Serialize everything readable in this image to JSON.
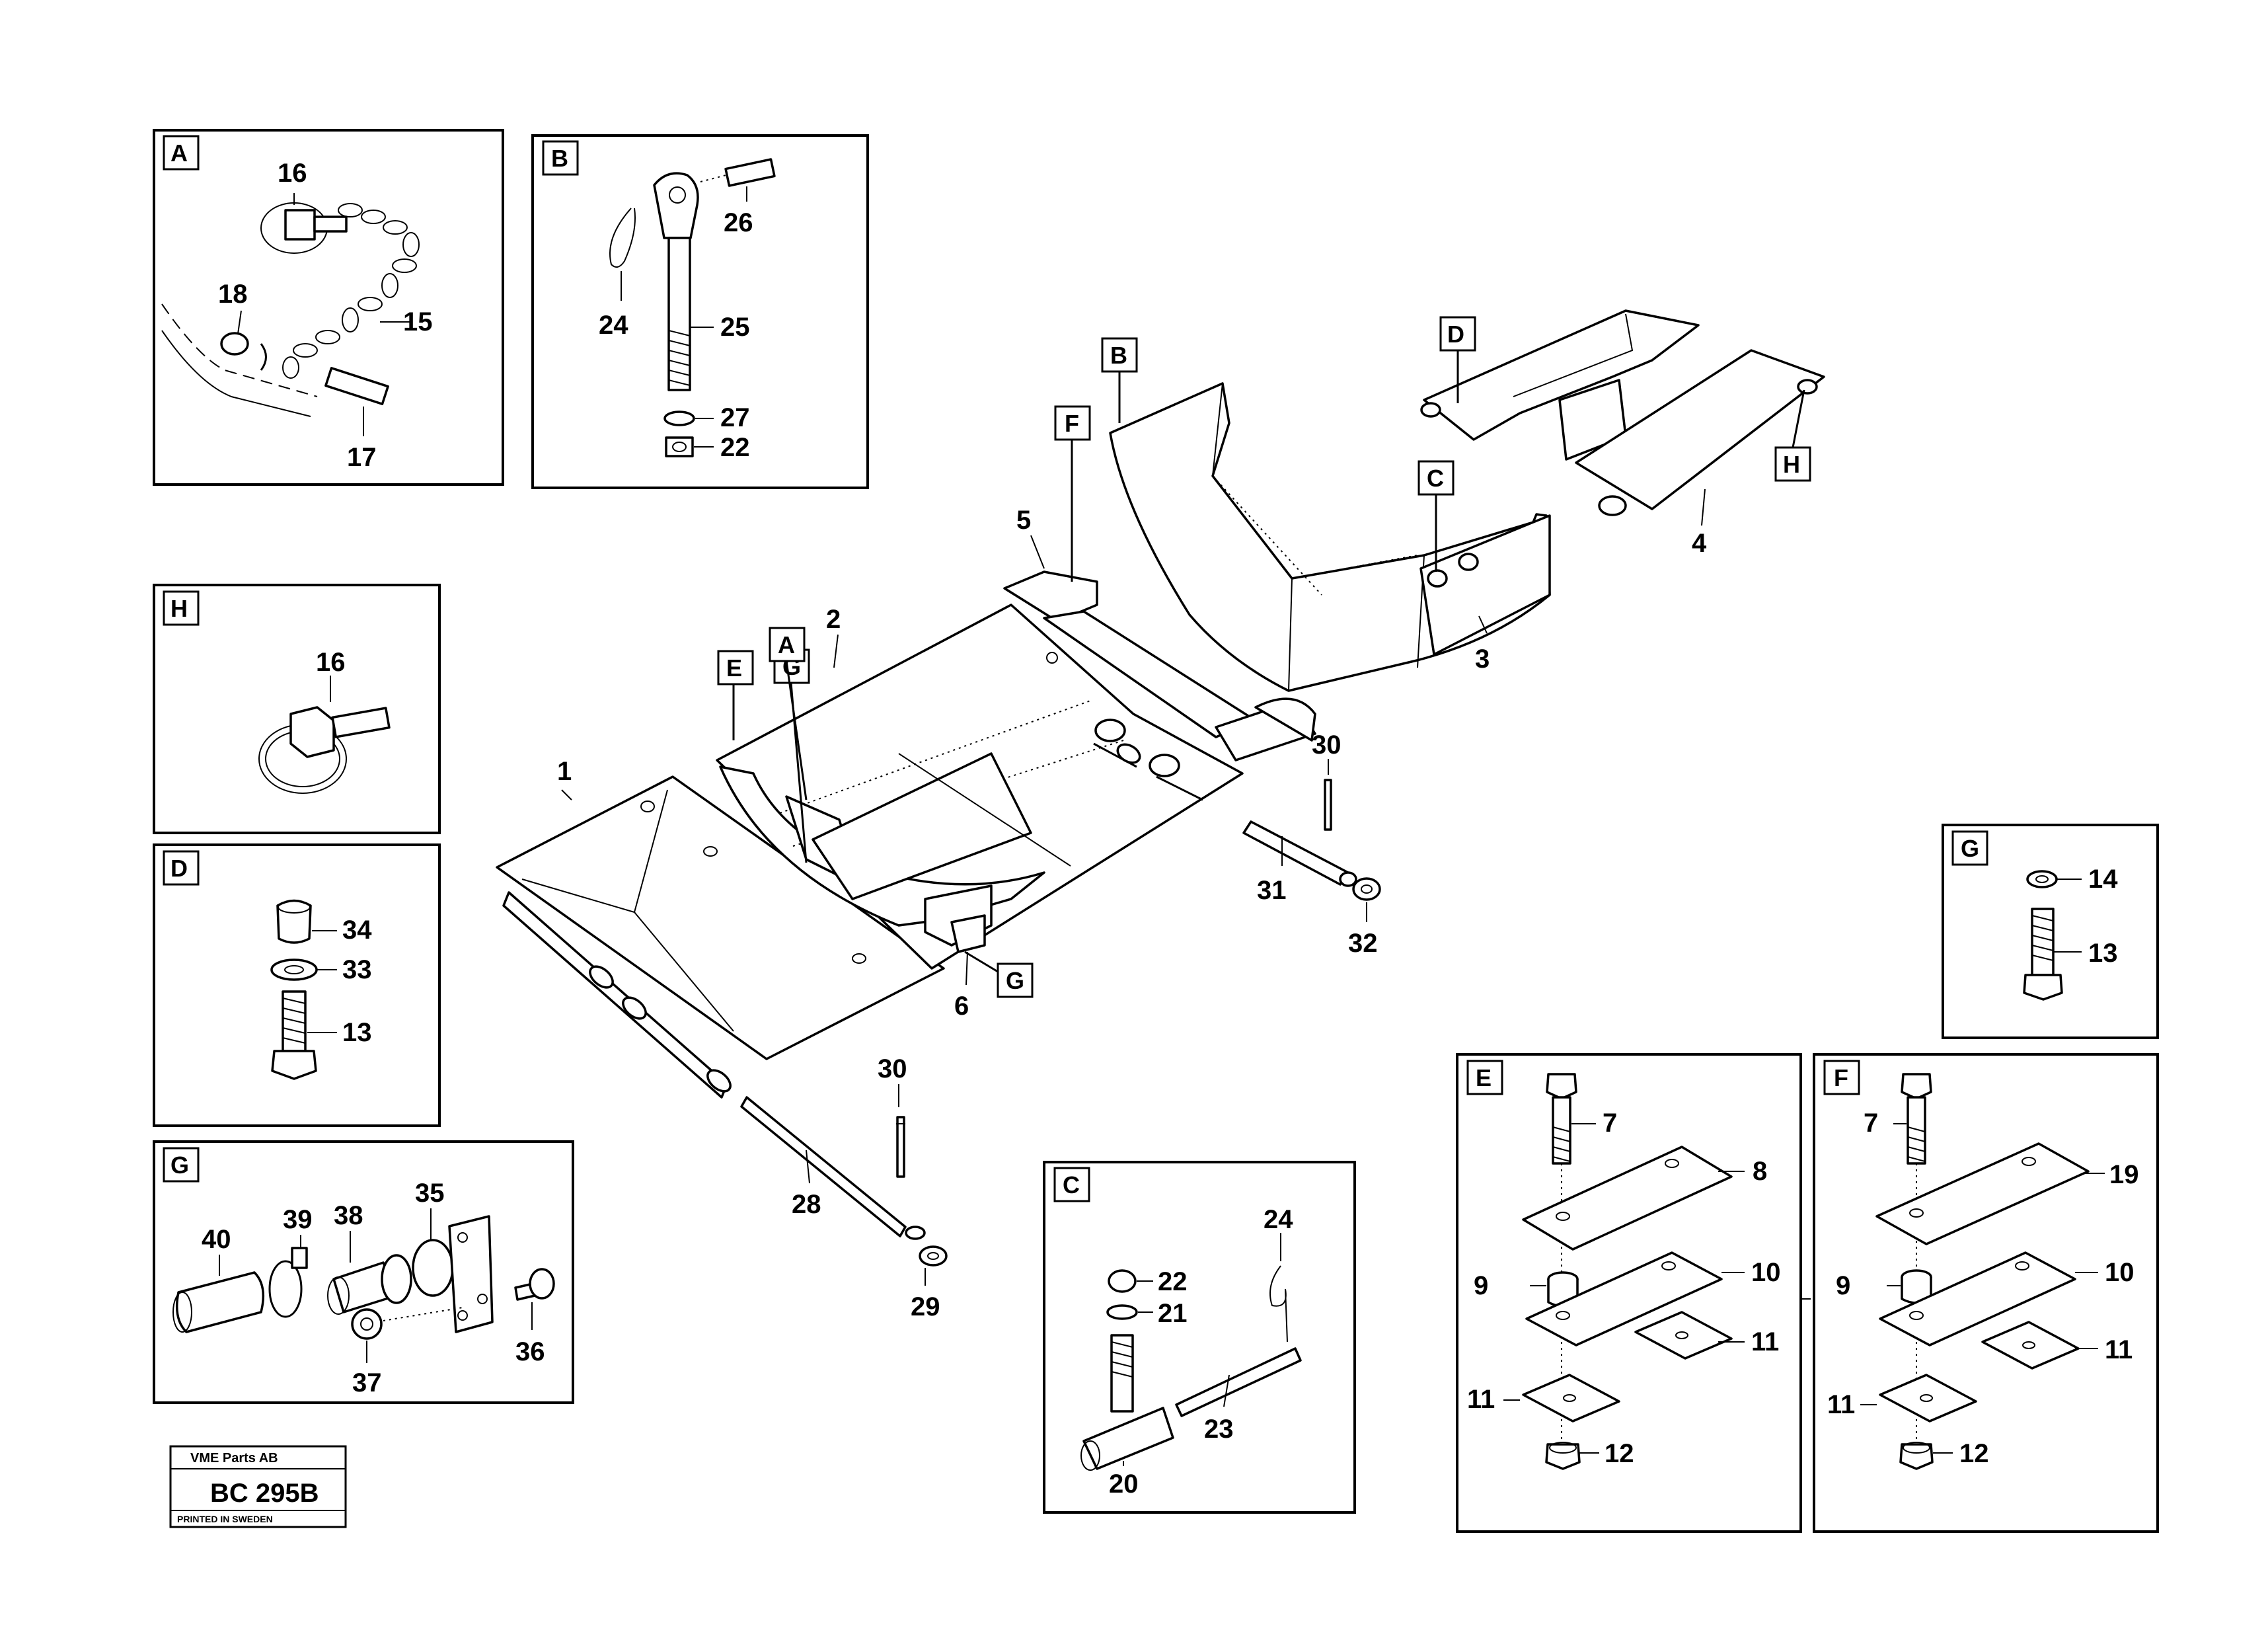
{
  "diagram": {
    "stamp": {
      "company": "VME Parts AB",
      "code": "BC 295B",
      "printed": "PRINTED IN SWEDEN"
    },
    "detail_letters": {
      "A": "A",
      "B": "B",
      "C": "C",
      "D": "D",
      "E": "E",
      "F": "F",
      "G": "G",
      "H": "H"
    },
    "detail_A": {
      "n16": "16",
      "n18": "18",
      "n15": "15",
      "n17": "17"
    },
    "detail_B": {
      "n26": "26",
      "n24": "24",
      "n25": "25",
      "n27": "27",
      "n22": "22"
    },
    "detail_H": {
      "n16": "16"
    },
    "detail_D": {
      "n34": "34",
      "n33": "33",
      "n13": "13"
    },
    "detail_G_lower": {
      "n40": "40",
      "n39": "39",
      "n38": "38",
      "n35": "35",
      "n36": "36",
      "n37": "37"
    },
    "detail_C": {
      "n24": "24",
      "n22": "22",
      "n21": "21",
      "n23": "23",
      "n20": "20"
    },
    "detail_G_right": {
      "n14": "14",
      "n13": "13"
    },
    "detail_E": {
      "n7": "7",
      "n8": "8",
      "n9": "9",
      "n10": "10",
      "n11a": "11",
      "n11b": "11",
      "n12": "12"
    },
    "detail_F": {
      "n7": "7",
      "n19": "19",
      "n9": "9",
      "n10": "10",
      "n11a": "11",
      "n11b": "11",
      "n12": "12"
    },
    "main": {
      "n1": "1",
      "n2": "2",
      "n3": "3",
      "n4": "4",
      "n5": "5",
      "n6": "6",
      "n28": "28",
      "n29": "29",
      "n30a": "30",
      "n30b": "30",
      "n31": "31",
      "n32": "32"
    }
  }
}
